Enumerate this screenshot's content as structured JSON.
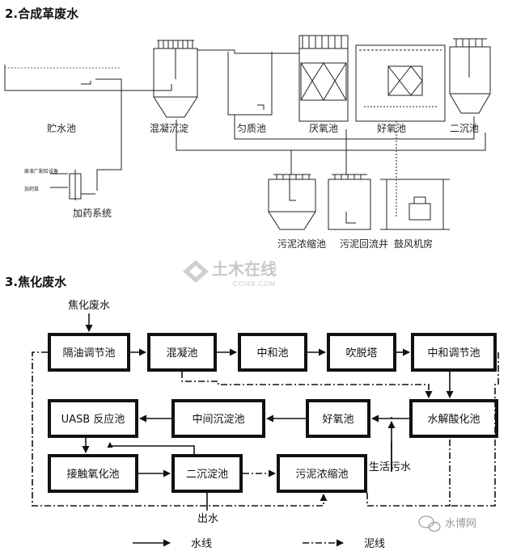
{
  "sections": {
    "s2_title": "2.合成革废水",
    "s3_title": "3.焦化废水"
  },
  "plant": {
    "tanks": {
      "storage": "贮水池",
      "coag": "混凝沉淀",
      "equal": "匀质池",
      "anaer": "厌氧池",
      "aer": "好氧池",
      "sec": "二沉池"
    },
    "dosing": {
      "label": "加药系统",
      "chem_a": "废液厂配给设备",
      "chem_b": "加药泵"
    },
    "lower": {
      "thick": "污泥浓缩池",
      "ret": "污泥回流井",
      "blower": "鼓风机房"
    }
  },
  "watermark": {
    "cn": "土木在线",
    "en": "COI88.COM"
  },
  "flow": {
    "input": "焦化废水",
    "boxes": {
      "b1": "隔油调节池",
      "b2": "混凝池",
      "b3": "中和池",
      "b4": "吹脱塔",
      "b5": "中和调节池",
      "b6": "水解酸化池",
      "b7": "好氧池",
      "b8": "中间沉淀池",
      "b9": "UASB 反应池",
      "b10": "接触氧化池",
      "b11": "二沉淀池",
      "b12": "污泥浓缩池"
    },
    "domestic": "生活污水",
    "outlet": "出水"
  },
  "legend": {
    "water": "水线",
    "sludge": "泥线"
  },
  "brand": "水博网",
  "colors": {
    "ink": "#111111",
    "watermark": "#c8c8c8"
  }
}
